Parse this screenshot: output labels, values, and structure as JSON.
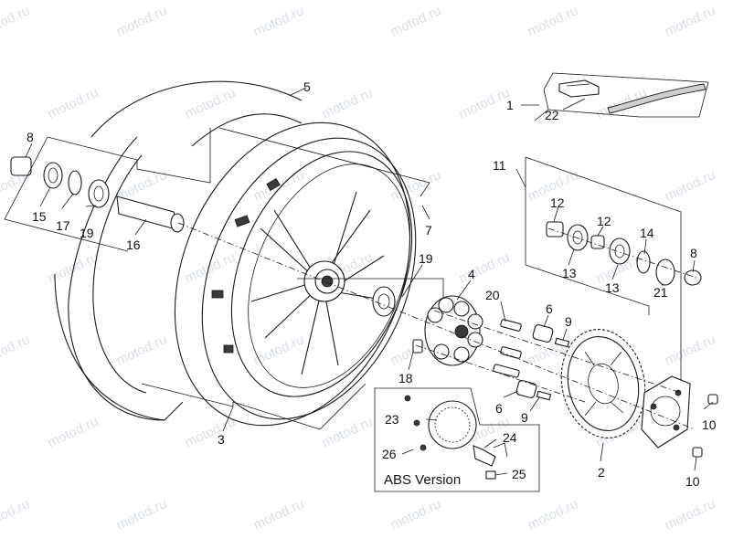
{
  "diagram": {
    "callouts": {
      "c1": "1",
      "c2": "2",
      "c3": "3",
      "c4": "4",
      "c5": "5",
      "c6a": "6",
      "c6b": "6",
      "c7": "7",
      "c8a": "8",
      "c8b": "8",
      "c9a": "9",
      "c9b": "9",
      "c10a": "10",
      "c10b": "10",
      "c11": "11",
      "c12a": "12",
      "c12b": "12",
      "c13a": "13",
      "c13b": "13",
      "c14": "14",
      "c15": "15",
      "c16": "16",
      "c17": "17",
      "c18": "18",
      "c19a": "19",
      "c19b": "19",
      "c20": "20",
      "c21": "21",
      "c22": "22",
      "c23": "23",
      "c24": "24",
      "c25": "25",
      "c26": "26"
    },
    "abs_label": "ABS Version",
    "watermark": "motod.ru"
  }
}
